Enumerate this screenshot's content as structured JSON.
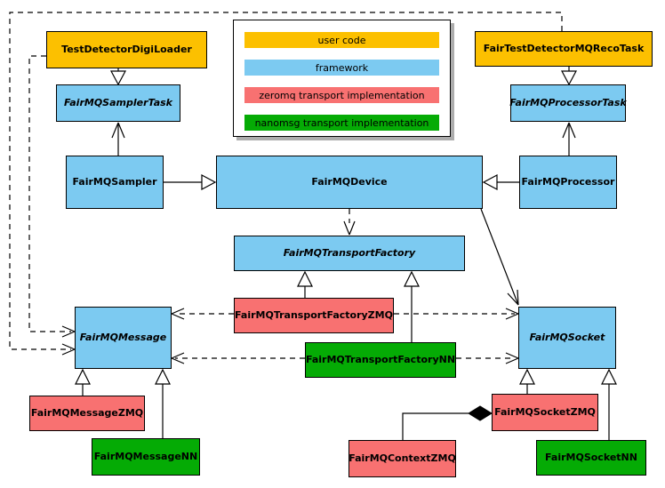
{
  "legend": {
    "items": [
      {
        "label": "user code",
        "color": "#FCC000"
      },
      {
        "label": "framework",
        "color": "#7CCAF1"
      },
      {
        "label": "zeromq transport implementation",
        "color": "#F87171"
      },
      {
        "label": "nanomsg transport implementation",
        "color": "#05AB05"
      }
    ]
  },
  "nodes": {
    "digi_loader": {
      "label": "TestDetectorDigiLoader",
      "category": "user code"
    },
    "reco_task": {
      "label": "FairTestDetectorMQRecoTask",
      "category": "user code"
    },
    "sampler_task": {
      "label": "FairMQSamplerTask",
      "category": "framework",
      "abstract": true
    },
    "processor_task": {
      "label": "FairMQProcessorTask",
      "category": "framework",
      "abstract": true
    },
    "sampler": {
      "label": "FairMQSampler",
      "category": "framework"
    },
    "device": {
      "label": "FairMQDevice",
      "category": "framework"
    },
    "processor": {
      "label": "FairMQProcessor",
      "category": "framework"
    },
    "transport_factory": {
      "label": "FairMQTransportFactory",
      "category": "framework",
      "abstract": true
    },
    "transport_factory_zmq": {
      "label": "FairMQTransportFactoryZMQ",
      "category": "zeromq transport implementation"
    },
    "transport_factory_nn": {
      "label": "FairMQTransportFactoryNN",
      "category": "nanomsg transport implementation"
    },
    "message": {
      "label": "FairMQMessage",
      "category": "framework",
      "abstract": true
    },
    "socket": {
      "label": "FairMQSocket",
      "category": "framework",
      "abstract": true
    },
    "message_zmq": {
      "label": "FairMQMessageZMQ",
      "category": "zeromq transport implementation"
    },
    "message_nn": {
      "label": "FairMQMessageNN",
      "category": "nanomsg transport implementation"
    },
    "socket_zmq": {
      "label": "FairMQSocketZMQ",
      "category": "zeromq transport implementation"
    },
    "socket_nn": {
      "label": "FairMQSocketNN",
      "category": "nanomsg transport implementation"
    },
    "context_zmq": {
      "label": "FairMQContextZMQ",
      "category": "zeromq transport implementation"
    }
  },
  "edges": [
    {
      "from": "digi_loader",
      "to": "sampler_task",
      "type": "inheritance-hollow-triangle"
    },
    {
      "from": "reco_task",
      "to": "processor_task",
      "type": "inheritance-hollow-triangle"
    },
    {
      "from": "sampler",
      "to": "sampler_task",
      "type": "open-arrow"
    },
    {
      "from": "processor",
      "to": "processor_task",
      "type": "open-arrow"
    },
    {
      "from": "sampler",
      "to": "device",
      "type": "inheritance-hollow-triangle"
    },
    {
      "from": "processor",
      "to": "device",
      "type": "inheritance-hollow-triangle"
    },
    {
      "from": "device",
      "to": "transport_factory",
      "type": "dashed-open-arrow"
    },
    {
      "from": "device",
      "to": "socket",
      "type": "open-arrow"
    },
    {
      "from": "transport_factory_zmq",
      "to": "transport_factory",
      "type": "inheritance-hollow-triangle"
    },
    {
      "from": "transport_factory_nn",
      "to": "transport_factory",
      "type": "inheritance-hollow-triangle"
    },
    {
      "from": "message_zmq",
      "to": "message",
      "type": "inheritance-hollow-triangle"
    },
    {
      "from": "message_nn",
      "to": "message",
      "type": "inheritance-hollow-triangle"
    },
    {
      "from": "socket_zmq",
      "to": "socket",
      "type": "inheritance-hollow-triangle"
    },
    {
      "from": "socket_nn",
      "to": "socket",
      "type": "inheritance-hollow-triangle"
    },
    {
      "from": "transport_factory_zmq",
      "to": "message",
      "type": "dashed-open-arrow"
    },
    {
      "from": "transport_factory_zmq",
      "to": "socket",
      "type": "dashed-open-arrow"
    },
    {
      "from": "transport_factory_nn",
      "to": "message",
      "type": "dashed-open-arrow"
    },
    {
      "from": "transport_factory_nn",
      "to": "socket",
      "type": "dashed-open-arrow"
    },
    {
      "from": "digi_loader",
      "to": "message",
      "type": "dashed-open-arrow"
    },
    {
      "from": "reco_task",
      "to": "message",
      "type": "dashed-open-arrow"
    },
    {
      "from": "context_zmq",
      "to": "socket_zmq",
      "type": "aggregation-filled-diamond"
    }
  ]
}
